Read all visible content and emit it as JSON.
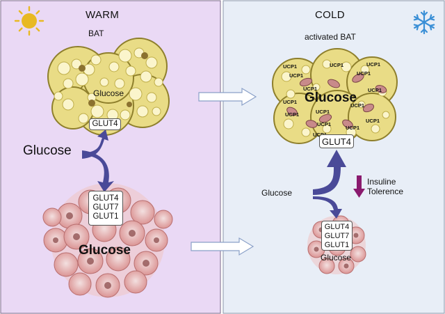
{
  "colors": {
    "warm_bg": "#ead9f5",
    "cold_bg": "#e8eef7",
    "sun": "#e8b923",
    "snowflake": "#3a8fd6",
    "fat_cell": "#f3e79a",
    "fat_tissue": "#bfae4a",
    "cancer_cell": "#e3a0a0",
    "arrow_blue": "#4a4a98",
    "arrow_purple": "#8a1a6e"
  },
  "icons": [
    "sun-icon",
    "snowflake-icon",
    "mitochondria-icon",
    "transition-arrow-icon",
    "down-arrow-icon"
  ],
  "warm": {
    "title": "WARM",
    "bat_label": "BAT",
    "bat_glucose": "Glucose",
    "glut_top": "GLUT4",
    "glucose_left": "Glucose",
    "glut_tumor": [
      "GLUT4",
      "GLUT7",
      "GLUT1"
    ],
    "tumor_glucose": "Glucose"
  },
  "cold": {
    "title": "COLD",
    "bat_label": "activated BAT",
    "bat_glucose": "Glucose",
    "ucp_label": "UCP1",
    "glut_bat": "GLUT4",
    "glucose_left": "Glucose",
    "insulin_line1": "Insuline",
    "insulin_line2": "Tolerence",
    "glut_tumor": [
      "GLUT4",
      "GLUT7",
      "GLUT1"
    ],
    "tumor_glucose": "Glucose"
  }
}
